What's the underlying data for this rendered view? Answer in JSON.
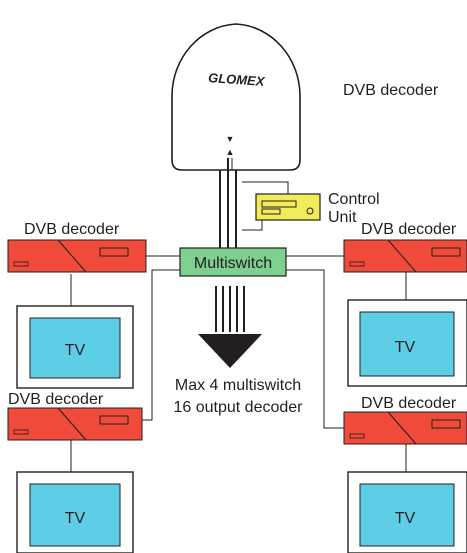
{
  "antenna": {
    "brand": "GLOMEX",
    "arrow_down": "▼",
    "arrow_up": "▲"
  },
  "labels": {
    "top_decoder": "DVB decoder",
    "control_unit_line1": "Control",
    "control_unit_line2": "Unit",
    "multiswitch": "Multiswitch",
    "decoder_top_left": "DVB decoder",
    "decoder_top_right": "DVB decoder",
    "decoder_bottom_left": "DVB decoder",
    "decoder_bottom_right": "DVB decoder",
    "max_line1": "Max 4 multiswitch",
    "max_line2": "16 output decoder",
    "tv": "TV"
  },
  "colors": {
    "decoder": "#ef4a3a",
    "tv_screen": "#5ecde6",
    "multiswitch": "#7fcf8e",
    "control_unit": "#f3ec5a",
    "line": "#231f20"
  }
}
